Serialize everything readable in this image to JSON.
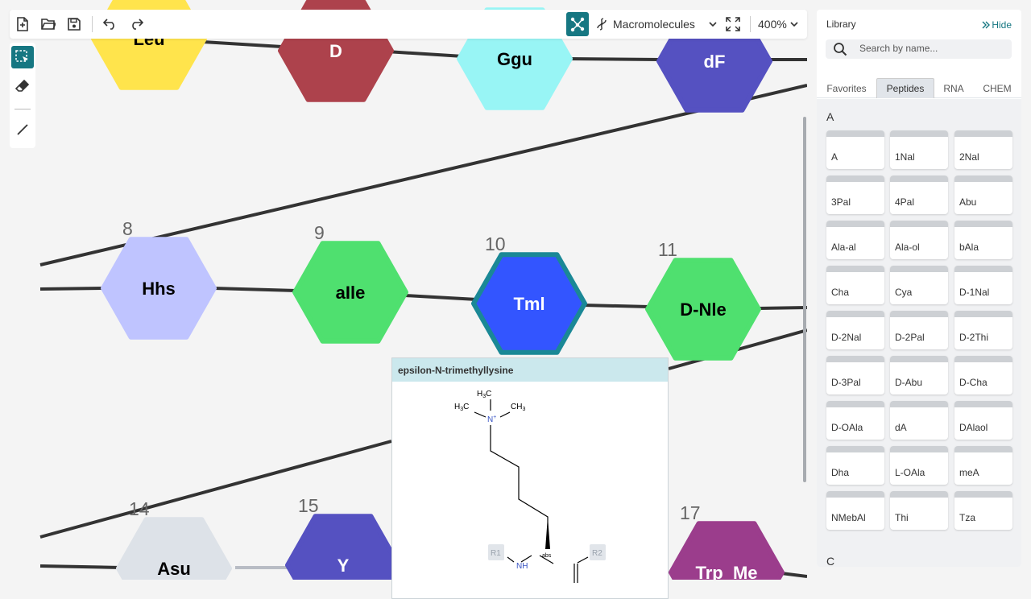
{
  "toolbar": {
    "mode_label": "Macromolecules",
    "zoom_label": "400%"
  },
  "library": {
    "title": "Library",
    "hide_label": "Hide",
    "search_placeholder": "Search by name...",
    "tabs": [
      {
        "label": "Favorites",
        "active": false
      },
      {
        "label": "Peptides",
        "active": true
      },
      {
        "label": "RNA",
        "active": false
      },
      {
        "label": "CHEM",
        "active": false
      }
    ],
    "section_a": "A",
    "section_c": "C",
    "items": [
      "A",
      "1Nal",
      "2Nal",
      "3Pal",
      "4Pal",
      "Abu",
      "Ala-al",
      "Ala-ol",
      "bAla",
      "Cha",
      "Cya",
      "D-1Nal",
      "D-2Nal",
      "D-2Pal",
      "D-2Thi",
      "D-3Pal",
      "D-Abu",
      "D-Cha",
      "D-OAla",
      "dA",
      "DAlaol",
      "Dha",
      "L-OAla",
      "meA",
      "NMebAl",
      "Thi",
      "Tza"
    ]
  },
  "popup": {
    "title": "epsilon-N-trimethyllysine",
    "labels": {
      "h3c_top": "H3C",
      "h3c_left": "H3C",
      "ch3_right": "CH3",
      "n_plus": "N+",
      "r1": "R1",
      "r2": "R2",
      "nh": "NH",
      "abs": "abs"
    }
  },
  "monomers": [
    {
      "label": "Leu",
      "number": "",
      "color": "#ffe44c",
      "text_color": "#000"
    },
    {
      "label": "D",
      "number": "",
      "color": "#ad424c",
      "text_color": "#fff"
    },
    {
      "label": "Ggu",
      "number": "",
      "color": "#98f5f5",
      "text_color": "#000"
    },
    {
      "label": "dF",
      "number": "",
      "color": "#5551c1",
      "text_color": "#fff"
    },
    {
      "label": "Hhs",
      "number": "8",
      "color": "#bfc4ff",
      "text_color": "#000"
    },
    {
      "label": "aIle",
      "number": "9",
      "color": "#4fe06f",
      "text_color": "#000"
    },
    {
      "label": "Tml",
      "number": "10",
      "color": "#3355ff",
      "text_color": "#fff",
      "selected": true
    },
    {
      "label": "D-Nle",
      "number": "11",
      "color": "#4fe06f",
      "text_color": "#000"
    },
    {
      "label": "Asu",
      "number": "14",
      "color": "#dde2e8",
      "text_color": "#000"
    },
    {
      "label": "Y",
      "number": "15",
      "color": "#5551c1",
      "text_color": "#fff"
    },
    {
      "label": "Trp_Me",
      "number": "17",
      "color": "#9b3d8c",
      "text_color": "#fff"
    }
  ],
  "colors": {
    "accent": "#167782",
    "selection_ring": "#1a8896",
    "bond": "#333333"
  }
}
